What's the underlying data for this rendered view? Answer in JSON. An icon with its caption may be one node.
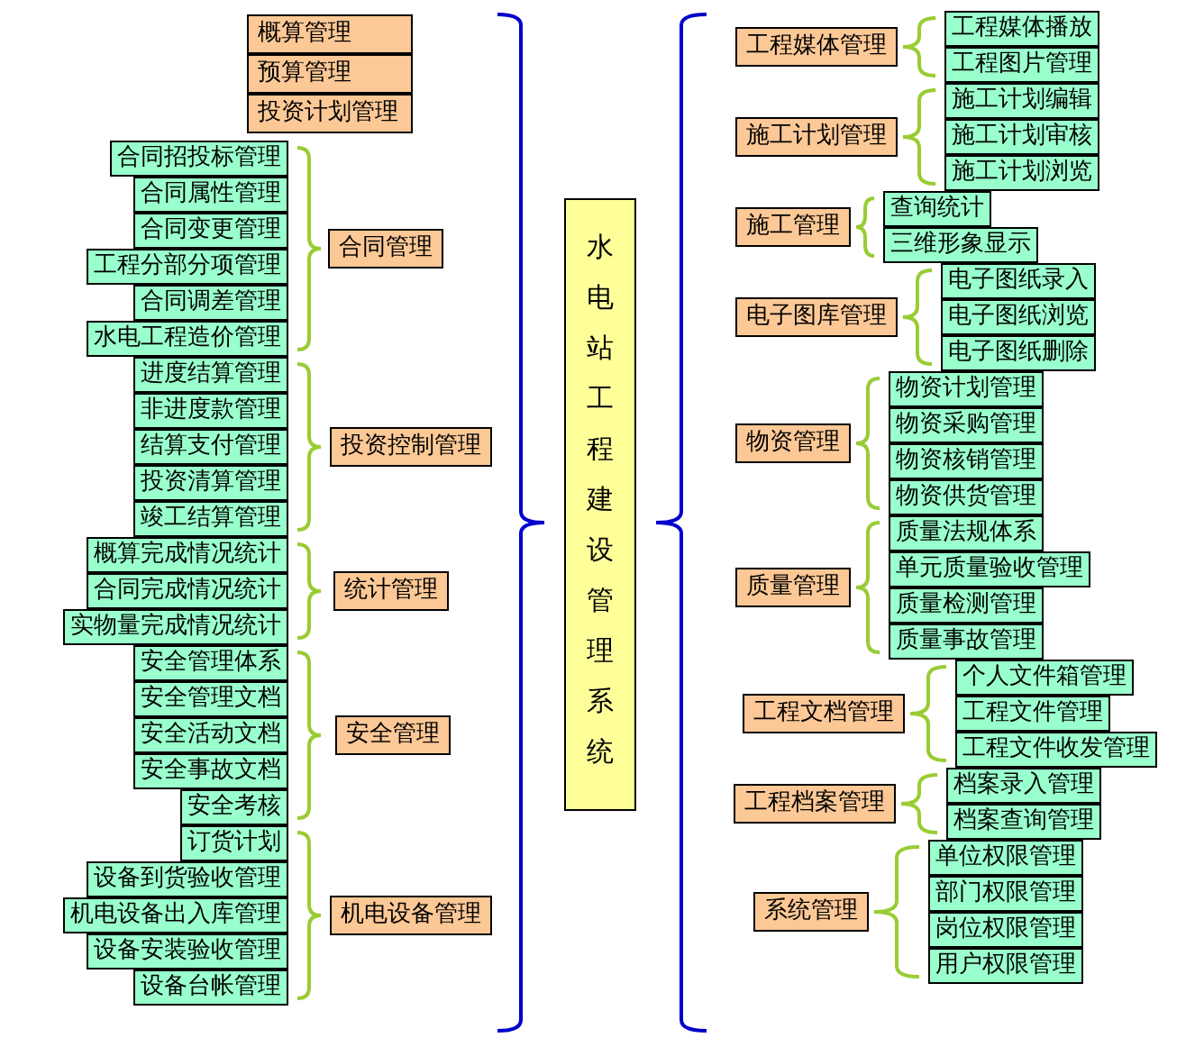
{
  "diagram": {
    "nodes": [
      {
        "text": [
          "概算管理"
        ]
      },
      {
        "text": [
          "预算管理"
        ]
      },
      {
        "text": [
          "投资计划管理"
        ]
      },
      {
        "text": [
          "合同招投标管理"
        ]
      },
      {
        "text": [
          "合同属性管理"
        ]
      },
      {
        "text": [
          "合同变更管理"
        ]
      },
      {
        "text": [
          "工程分部分项管理"
        ]
      },
      {
        "text": [
          "合同调差管理"
        ]
      },
      {
        "text": [
          "水电工程造价管理"
        ]
      },
      {
        "text": [
          "合同管理"
        ]
      },
      {
        "text": [
          "进度结算管理"
        ]
      },
      {
        "text": [
          "非进度款管理"
        ]
      },
      {
        "text": [
          "结算支付管理"
        ]
      },
      {
        "text": [
          "投资清算管理"
        ]
      },
      {
        "text": [
          "竣工结算管理"
        ]
      },
      {
        "text": [
          "投资控制管理"
        ]
      },
      {
        "text": [
          "概算完成情况统计"
        ]
      },
      {
        "text": [
          "合同完成情况统计"
        ]
      },
      {
        "text": [
          "实物量完成情况统计"
        ]
      },
      {
        "text": [
          "统计管理"
        ]
      },
      {
        "text": [
          "安全管理体系"
        ]
      },
      {
        "text": [
          "安全管理文档"
        ]
      },
      {
        "text": [
          "安全活动文档"
        ]
      },
      {
        "text": [
          "安全事故文档"
        ]
      },
      {
        "text": [
          "安全考核"
        ]
      },
      {
        "text": [
          "安全管理"
        ]
      },
      {
        "text": [
          "订货计划"
        ]
      },
      {
        "text": [
          "设备到货验收管理"
        ]
      },
      {
        "text": [
          "机电设备出入库管理"
        ]
      },
      {
        "text": [
          "设备安装验收管理"
        ]
      },
      {
        "text": [
          "设备台帐管理"
        ]
      },
      {
        "text": [
          "机电设备管理"
        ]
      },
      {
        "text": [
          "水电站工程建设管理系统"
        ]
      },
      {
        "text": [
          "工程媒体管理"
        ]
      },
      {
        "text": [
          "工程媒体播放"
        ]
      },
      {
        "text": [
          "工程图片管理"
        ]
      },
      {
        "text": [
          "施工计划管理"
        ]
      },
      {
        "text": [
          "施工计划编辑"
        ]
      },
      {
        "text": [
          "施工计划审核"
        ]
      },
      {
        "text": [
          "施工计划浏览"
        ]
      },
      {
        "text": [
          "施工管理"
        ]
      },
      {
        "text": [
          "查询统计"
        ]
      },
      {
        "text": [
          "三维形象显示"
        ]
      },
      {
        "text": [
          "电子图库管理"
        ]
      },
      {
        "text": [
          "电子图纸录入"
        ]
      },
      {
        "text": [
          "电子图纸浏览"
        ]
      },
      {
        "text": [
          "电子图纸删除"
        ]
      },
      {
        "text": [
          "物资管理"
        ]
      },
      {
        "text": [
          "物资计划管理"
        ]
      },
      {
        "text": [
          "物资采购管理"
        ]
      },
      {
        "text": [
          "物资核销管理"
        ]
      },
      {
        "text": [
          "物资供货管理"
        ]
      },
      {
        "text": [
          "质量管理"
        ]
      },
      {
        "text": [
          "质量法规体系"
        ]
      },
      {
        "text": [
          "单元质量验收管理"
        ]
      },
      {
        "text": [
          "质量检测管理"
        ]
      },
      {
        "text": [
          "质量事故管理"
        ]
      },
      {
        "text": [
          "工程文档管理"
        ]
      },
      {
        "text": [
          "个人文件箱管理"
        ]
      },
      {
        "text": [
          "工程文件管理"
        ]
      },
      {
        "text": [
          "工程文件收发管理"
        ]
      },
      {
        "text": [
          "工程档案管理"
        ]
      },
      {
        "text": [
          "档案录入管理"
        ]
      },
      {
        "text": [
          "档案查询管理"
        ]
      },
      {
        "text": [
          "系统管理"
        ]
      },
      {
        "text": [
          "单位权限管理"
        ]
      },
      {
        "text": [
          "部门权限管理"
        ]
      },
      {
        "text": [
          "岗位权限管理"
        ]
      },
      {
        "text": [
          "用户权限管理"
        ]
      }
    ]
  }
}
